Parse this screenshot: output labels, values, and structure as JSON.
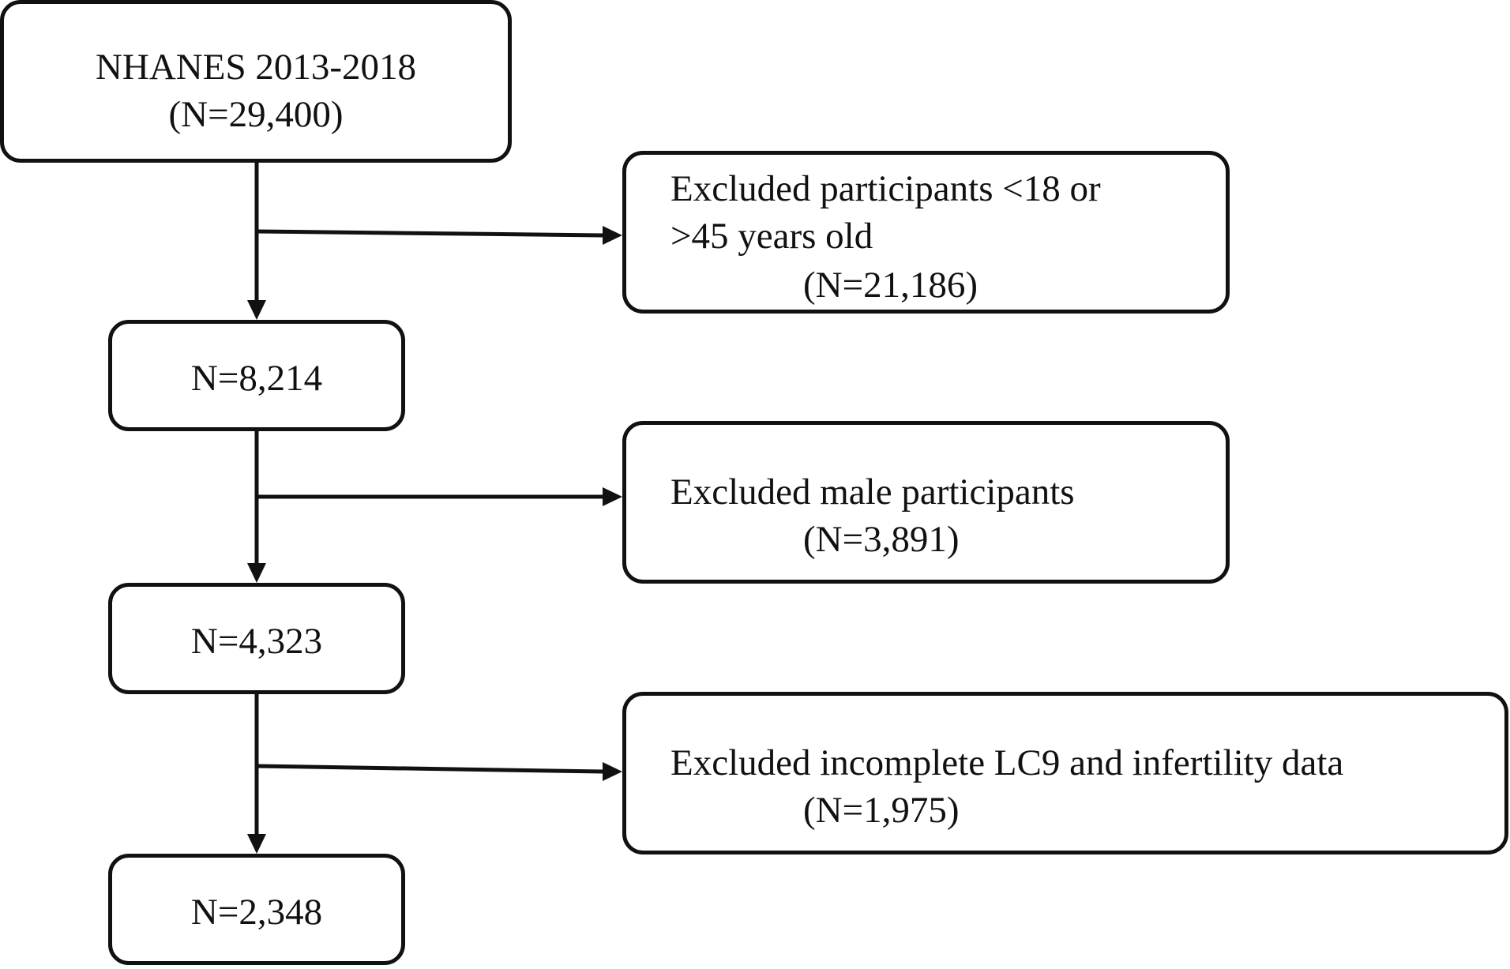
{
  "flowchart": {
    "start": {
      "title": "NHANES 2013-2018",
      "count": "(N=29,400)"
    },
    "steps": [
      {
        "count": "N=8,214"
      },
      {
        "count": "N=4,323"
      },
      {
        "count": "N=2,348"
      }
    ],
    "exclusions": [
      {
        "line1": "Excluded participants <18 or",
        "line2": ">45 years old",
        "count": "(N=21,186)"
      },
      {
        "line1": "Excluded male participants",
        "count": "(N=3,891)"
      },
      {
        "line1": "Excluded incomplete LC9 and infertility data",
        "count": "(N=1,975)"
      }
    ]
  },
  "colors": {
    "stroke": "#111111",
    "background": "#ffffff"
  }
}
